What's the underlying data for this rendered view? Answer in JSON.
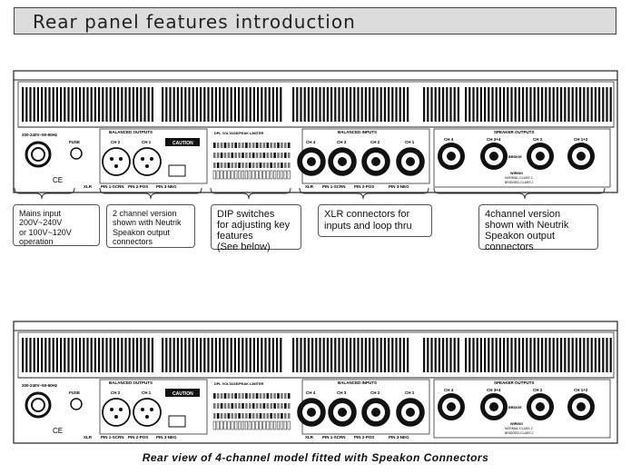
{
  "header": {
    "title": "Rear panel features introduction"
  },
  "panel": {
    "mains_label": "200-240V~50-60Hz",
    "fuse_label": "FUSE",
    "balanced_outputs": "BALANCED OUTPUTS",
    "balanced_inputs": "BALANCED INPUTS",
    "speaker_outputs": "SPEAKER OUTPUTS",
    "caution": "CAUTION",
    "dip_title": "DPL  VOLTAGE/PEAK LIMITER",
    "out_channels": [
      "CH 2",
      "CH 1"
    ],
    "in_channels": [
      "CH 4",
      "CH 3",
      "CH 2",
      "CH 1"
    ],
    "spk_channels": [
      "CH 4",
      "CH 3+4",
      "CH 2",
      "CH 1+2"
    ],
    "pins_left": [
      "XLR",
      "PIN 1-SCRN",
      "PIN 2-POS",
      "PIN 3-NEG"
    ],
    "pins_right": [
      "XLR",
      "PIN 1-SCRN",
      "PIN 2-POS",
      "PIN 3-NEG"
    ],
    "wiring": "WIRING",
    "wiring_normal": "NORMAL-CLASS 2",
    "wiring_bridged": "BRIDGED-CLASS 2",
    "bridge": "BRIDGE"
  },
  "callouts": {
    "mains": [
      "Mains input",
      "200V~240V",
      "or 100V~120V",
      "operation"
    ],
    "outputs": [
      "2 channel version",
      "shown with Neutrik",
      "Speakon output",
      "connectors"
    ],
    "dip": [
      "DIP switches",
      "for adjusting key",
      "features",
      "(See below)"
    ],
    "xlr": [
      "XLR connectors for",
      "inputs and loop thru"
    ],
    "speakon": [
      "4channel version",
      "shown with Neutrik",
      "Speakon output",
      "connectors"
    ]
  },
  "caption": "Rear view of 4-channel model fitted with Speakon Connectors"
}
